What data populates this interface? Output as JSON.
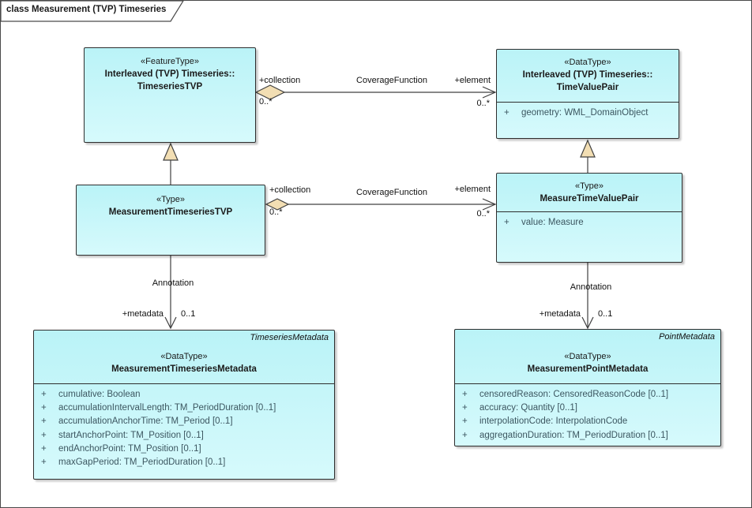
{
  "frame": {
    "title": "class Measurement (TVP) Timeseries"
  },
  "colors": {
    "class_fill_top": "#baf3f7",
    "class_fill_bottom": "#d6fafc",
    "diamond_fill": "#f2deb3",
    "triangle_fill": "#f2deb3",
    "attribute_text": "#3c5660",
    "line_color": "#404040"
  },
  "classes": {
    "timeseries_tvp": {
      "stereotype": "«FeatureType»",
      "name_line1": "Interleaved (TVP) Timeseries::",
      "name_line2": "TimeseriesTVP"
    },
    "time_value_pair": {
      "stereotype": "«DataType»",
      "name_line1": "Interleaved (TVP) Timeseries::",
      "name_line2": "TimeValuePair",
      "attributes": [
        {
          "vis": "+",
          "text": "geometry: WML_DomainObject"
        }
      ]
    },
    "measurement_timeseries_tvp": {
      "stereotype": "«Type»",
      "name": "MeasurementTimeseriesTVP"
    },
    "measure_time_value_pair": {
      "stereotype": "«Type»",
      "name": "MeasureTimeValuePair",
      "attributes": [
        {
          "vis": "+",
          "text": "value: Measure"
        }
      ]
    },
    "measurement_timeseries_metadata": {
      "corner_label": "TimeseriesMetadata",
      "stereotype": "«DataType»",
      "name": "MeasurementTimeseriesMetadata",
      "attributes": [
        {
          "vis": "+",
          "text": "cumulative: Boolean"
        },
        {
          "vis": "+",
          "text": "accumulationIntervalLength: TM_PeriodDuration [0..1]"
        },
        {
          "vis": "+",
          "text": "accumulationAnchorTime: TM_Period [0..1]"
        },
        {
          "vis": "+",
          "text": "startAnchorPoint: TM_Position [0..1]"
        },
        {
          "vis": "+",
          "text": "endAnchorPoint: TM_Position [0..1]"
        },
        {
          "vis": "+",
          "text": "maxGapPeriod: TM_PeriodDuration [0..1]"
        }
      ]
    },
    "measurement_point_metadata": {
      "corner_label": "PointMetadata",
      "stereotype": "«DataType»",
      "name": "MeasurementPointMetadata",
      "attributes": [
        {
          "vis": "+",
          "text": "censoredReason: CensoredReasonCode [0..1]"
        },
        {
          "vis": "+",
          "text": "accuracy: Quantity [0..1]"
        },
        {
          "vis": "+",
          "text": "interpolationCode: InterpolationCode"
        },
        {
          "vis": "+",
          "text": "aggregationDuration: TM_PeriodDuration [0..1]"
        }
      ]
    }
  },
  "connectors": {
    "coverage_top": {
      "name": "CoverageFunction",
      "source_role": "+collection",
      "source_mult": "0..*",
      "target_role": "+element",
      "target_mult": "0..*"
    },
    "coverage_mid": {
      "name": "CoverageFunction",
      "source_role": "+collection",
      "source_mult": "0..*",
      "target_role": "+element",
      "target_mult": "0..*"
    },
    "annotation_left": {
      "name": "Annotation",
      "role": "+metadata",
      "mult": "0..1"
    },
    "annotation_right": {
      "name": "Annotation",
      "role": "+metadata",
      "mult": "0..1"
    }
  }
}
